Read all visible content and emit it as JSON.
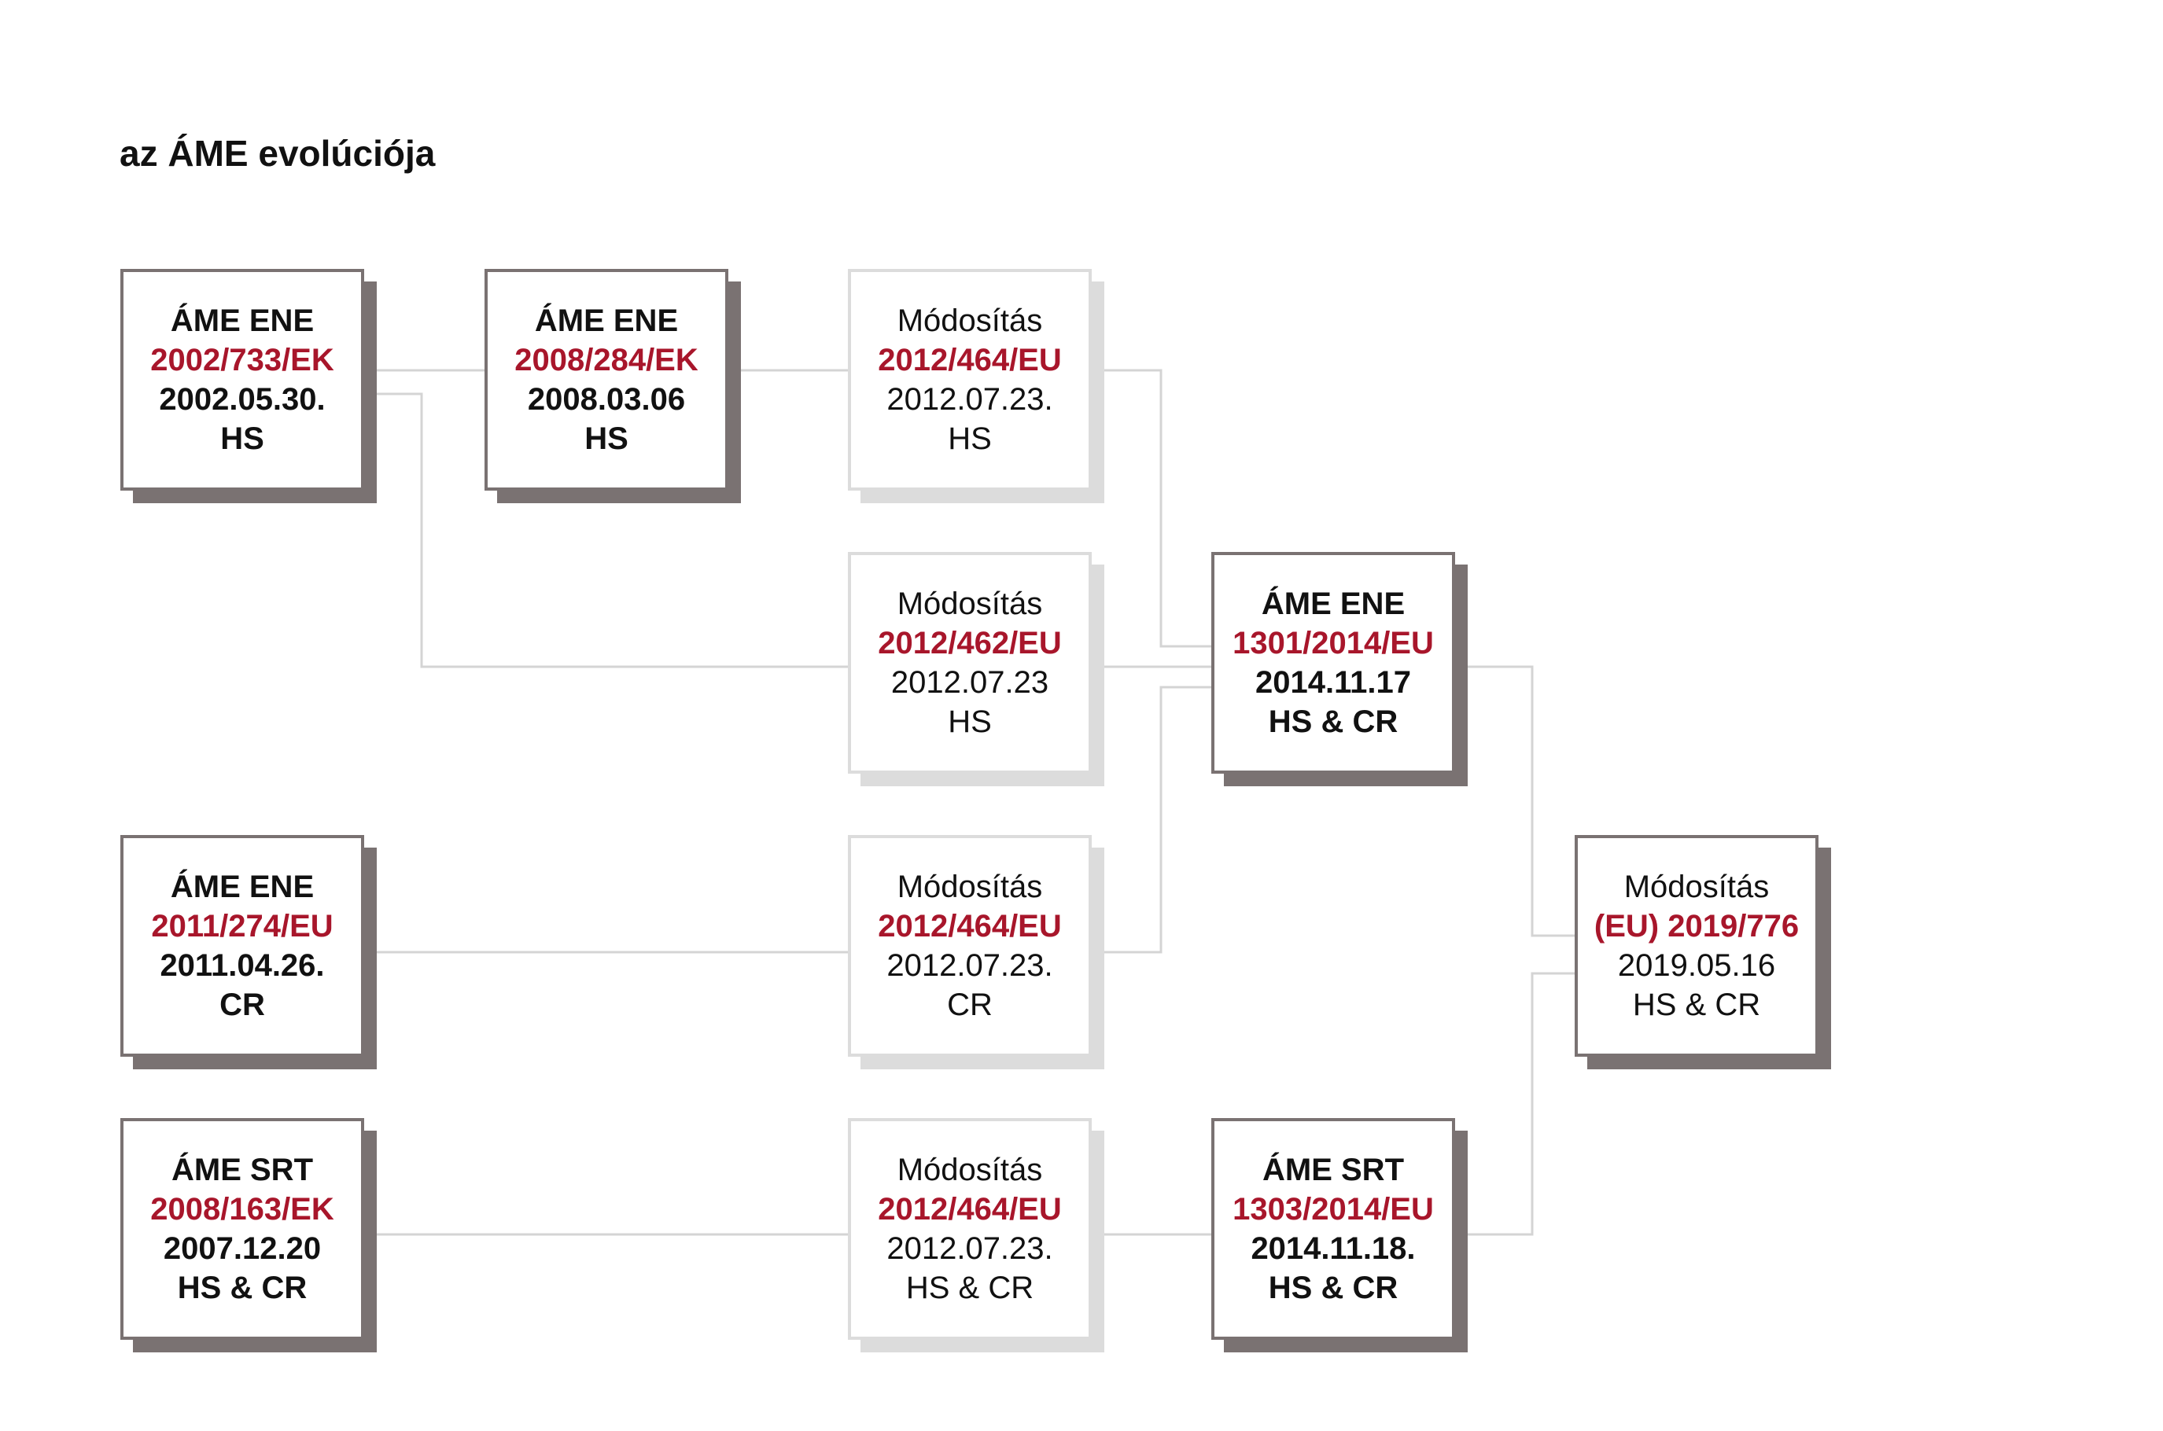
{
  "title": "az ÁME evolúciója",
  "colors": {
    "code": "#a8162b",
    "primary_border": "#7a7272",
    "secondary_border": "#dcdcdc",
    "connector": "#d4d4d4"
  },
  "nodes": {
    "ene2002": {
      "kind": "ÁME ENE",
      "code": "2002/733/EK",
      "date": "2002.05.30.",
      "scope": "HS"
    },
    "ene2008": {
      "kind": "ÁME ENE",
      "code": "2008/284/EK",
      "date": "2008.03.06",
      "scope": "HS"
    },
    "mod_a": {
      "kind": "Módosítás",
      "code": "2012/464/EU",
      "date": "2012.07.23.",
      "scope": "HS"
    },
    "mod_b": {
      "kind": "Módosítás",
      "code": "2012/462/EU",
      "date": "2012.07.23",
      "scope": "HS"
    },
    "ene2014": {
      "kind": "ÁME ENE",
      "code": "1301/2014/EU",
      "date": "2014.11.17",
      "scope": "HS & CR"
    },
    "ene2011": {
      "kind": "ÁME ENE",
      "code": "2011/274/EU",
      "date": "2011.04.26.",
      "scope": "CR"
    },
    "mod_c": {
      "kind": "Módosítás",
      "code": "2012/464/EU",
      "date": "2012.07.23.",
      "scope": "CR"
    },
    "mod2019": {
      "kind": "Módosítás",
      "code": "(EU) 2019/776",
      "date": "2019.05.16",
      "scope": "HS & CR"
    },
    "srt2008": {
      "kind": "ÁME SRT",
      "code": "2008/163/EK",
      "date": "2007.12.20",
      "scope": "HS & CR"
    },
    "mod_d": {
      "kind": "Módosítás",
      "code": "2012/464/EU",
      "date": "2012.07.23.",
      "scope": "HS & CR"
    },
    "srt2014": {
      "kind": "ÁME SRT",
      "code": "1303/2014/EU",
      "date": "2014.11.18.",
      "scope": "HS & CR"
    }
  }
}
